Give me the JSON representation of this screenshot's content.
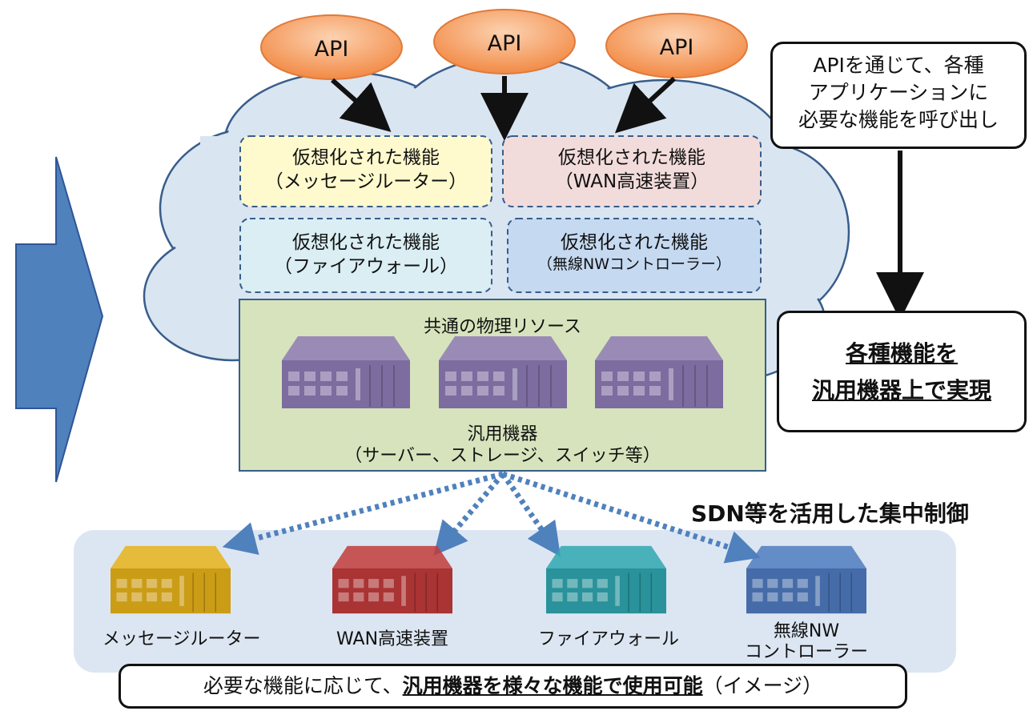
{
  "api_labels": [
    "API",
    "API",
    "API"
  ],
  "virtual_functions": [
    {
      "title": "仮想化された機能",
      "name": "（メッセージルーター）"
    },
    {
      "title": "仮想化された機能",
      "name": "（WAN高速装置）"
    },
    {
      "title": "仮想化された機能",
      "name": "（ファイアウォール）"
    },
    {
      "title": "仮想化された機能",
      "name": "（無線NWコントローラー）"
    }
  ],
  "physical": {
    "title": "共通の物理リソース",
    "device_label": "汎用機器",
    "device_examples": "（サーバー、ストレージ、スイッチ等）"
  },
  "note_api": [
    "APIを通じて、各種",
    "アプリケーションに",
    "必要な機能を呼び出し"
  ],
  "note_result": [
    "各種機能を",
    "汎用機器上で実現"
  ],
  "sdn_label": "SDN等を活用した集中制御",
  "devices": [
    {
      "label": "メッセージルーター",
      "color": "#E8B21A"
    },
    {
      "label": "WAN高速装置",
      "color": "#C23B3B"
    },
    {
      "label": "ファイアウォール",
      "color": "#2FA7B0"
    },
    {
      "label_line1": "無線NW",
      "label_line2": "コントローラー",
      "color": "#4F7CC0"
    }
  ],
  "bottom_caption": {
    "prefix": "必要な機能に応じて、",
    "emphasis": "汎用機器を様々な機能で使用可能",
    "suffix": "（イメージ）"
  },
  "colors": {
    "api_bubble": "#F7A66B",
    "cloud": "#D9E5F1",
    "physical_box": "#D6E3BC",
    "big_arrow": "#4F81BD",
    "device_panel": "#DCE6F2",
    "server_purple": "#8E7BB5"
  }
}
